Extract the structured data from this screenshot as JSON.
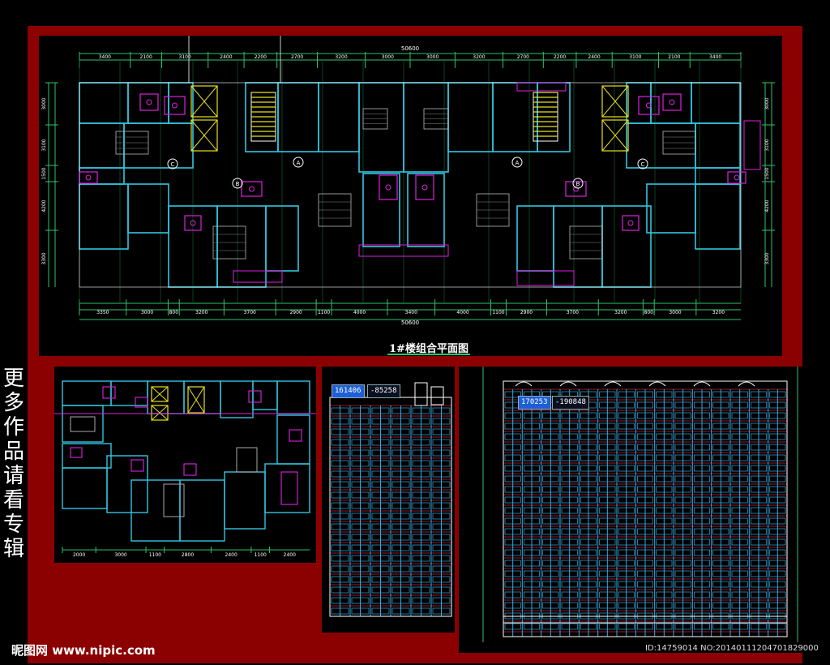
{
  "plan_main": {
    "title": "1#楼组合平面图",
    "overall_dim": "50600",
    "top_dims": [
      "3400",
      "2100",
      "3100",
      "2400",
      "2200",
      "2700",
      "3200",
      "3000",
      "3000",
      "3200",
      "2700",
      "2200",
      "2400",
      "3100",
      "2100",
      "3400"
    ],
    "bottom_dims": [
      "3350",
      "3000",
      "800",
      "3200",
      "3700",
      "2900",
      "1100",
      "4000",
      "3400",
      "4000",
      "1100",
      "2900",
      "3700",
      "3200",
      "800",
      "3000",
      "3200"
    ],
    "left_dims": [
      "3000",
      "3100",
      "1500",
      "4200",
      "3300"
    ],
    "right_dims": [
      "3000",
      "3100",
      "1500",
      "4200",
      "3300"
    ],
    "axis_labels": [
      "C",
      "A",
      "B",
      "A",
      "B",
      "C"
    ]
  },
  "plan_small": {
    "bottom_dims": [
      "2000",
      "3000",
      "1100",
      "2800",
      "2400",
      "1100",
      "2400"
    ]
  },
  "elevation_left": {
    "coord_a": "161406",
    "coord_b": "-85258"
  },
  "elevation_right": {
    "coord_a": "170253",
    "coord_b": "-190848"
  },
  "side_text": [
    "更",
    "多",
    "作",
    "品",
    "请",
    "看",
    "专",
    "辑"
  ],
  "watermark": {
    "brand": "昵图网 www.nipic.com",
    "id": "ID:14759014 NO:20140111204701829000"
  }
}
